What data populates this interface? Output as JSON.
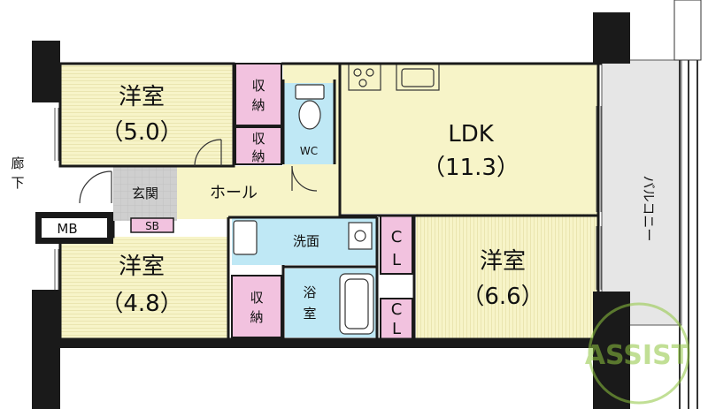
{
  "rooms": {
    "western_room_1": {
      "name": "洋室",
      "size": "（5.0）"
    },
    "western_room_2": {
      "name": "洋室",
      "size": "（4.8）"
    },
    "western_room_3": {
      "name": "洋室",
      "size": "（6.6）"
    },
    "ldk": {
      "name": "LDK",
      "size": "（11.3）"
    },
    "entrance": "玄関",
    "hall": "ホール",
    "wc": "WC",
    "washroom": "洗面",
    "bathroom_line1": "浴",
    "bathroom_line2": "室",
    "storage_1_line1": "収",
    "storage_1_line2": "納",
    "storage_2_line1": "収",
    "storage_2_line2": "納",
    "storage_3_line1": "収",
    "storage_3_line2": "納",
    "closet_1_line1": "C",
    "closet_1_line2": "L",
    "closet_2_line1": "C",
    "closet_2_line2": "L",
    "mb": "MB",
    "sb": "SB"
  },
  "exterior": {
    "corridor_line1": "廊",
    "corridor_line2": "下",
    "balcony": "バルコニー"
  },
  "watermark": "ASSIST",
  "colors": {
    "room_fill": "#f7f4c8",
    "storage_fill": "#f2c2df",
    "wet_fill": "#bfe8f5",
    "floor_grey": "#cfcfcf",
    "balcony_fill": "#e6e6e6",
    "wall": "#1a1a1a",
    "watermark_green": "#8fc63f"
  }
}
